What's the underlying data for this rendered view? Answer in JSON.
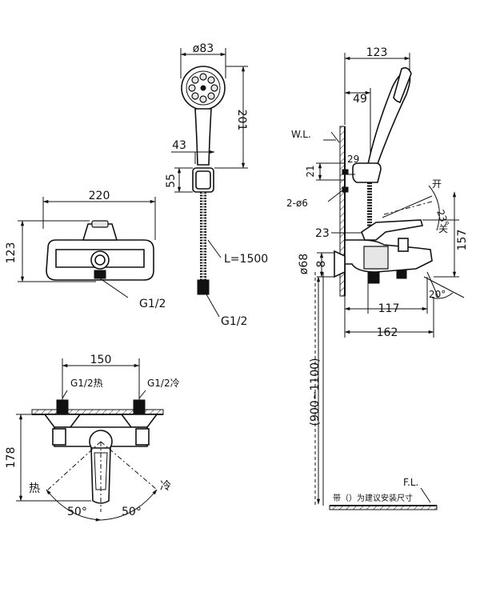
{
  "labels": {
    "front_width": "220",
    "front_height": "123",
    "front_thread": "G1/2",
    "shower_head_diam": "ø83",
    "shower_head_length": "201",
    "shower_neck": "43",
    "shower_holder": "55",
    "hose_length": "L=1500",
    "hose_thread": "G1/2",
    "side_head_offset": "123",
    "side_holder_offset": "49",
    "water_level": "W.L.",
    "side_29": "29",
    "side_21": "21",
    "side_screws": "2-ø6",
    "side_23a": "23°",
    "side_23b": "23",
    "side_open": "开",
    "side_close": "关",
    "side_157": "157",
    "side_68": "ø68",
    "side_8": "8",
    "side_117": "117",
    "side_20": "20°",
    "side_162": "162",
    "install_height": "(900~1100)",
    "floor_level": "F.L.",
    "note": "带（）为建议安装尺寸",
    "top_width": "150",
    "top_hot_inlet": "G1/2热",
    "top_cold_inlet": "G1/2冷",
    "top_178": "178",
    "top_hot": "热",
    "top_cold": "冷",
    "top_angle_left": "50°",
    "top_angle_right": "50°"
  }
}
